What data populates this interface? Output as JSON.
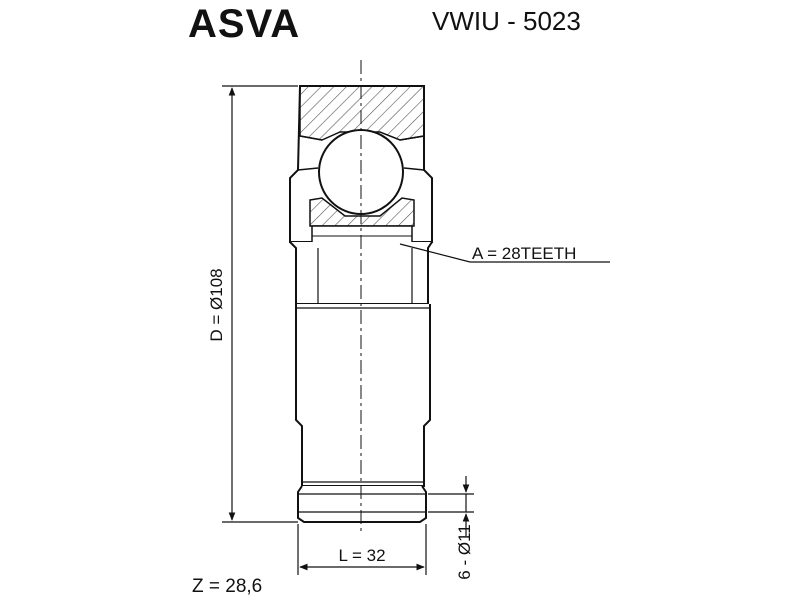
{
  "header": {
    "brand": "ASVA",
    "part_number": "VWIU - 5023"
  },
  "dimensions": {
    "outer_diameter": "D = Ø108",
    "spline_teeth": "A = 28TEETH",
    "length": "L = 32",
    "shaft_diameter": "6 - Ø11",
    "z_value": "Z = 28,6"
  },
  "colors": {
    "line": "#111111",
    "hatch": "#555555",
    "background": "#ffffff"
  }
}
